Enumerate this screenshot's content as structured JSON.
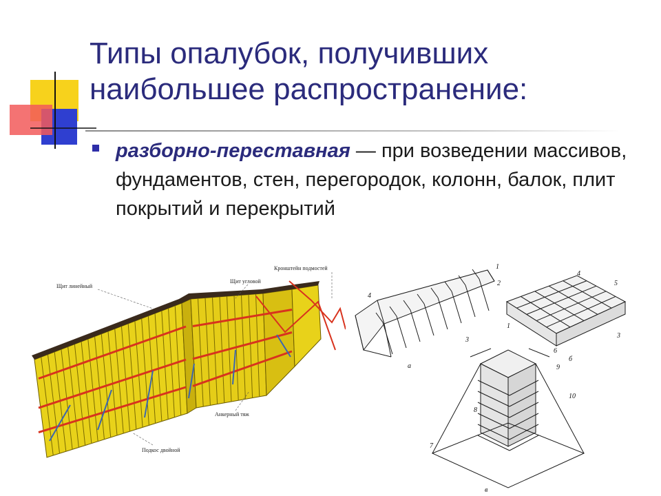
{
  "slide": {
    "title_lines": [
      "Типы опалубок, получивших",
      "наибольшее распространение:"
    ],
    "bullet": {
      "term": "разборно-переставная",
      "text": " — при возведении массивов, фундаментов, стен, перегородок, колонн, балок, плит покрытий и перекрытий"
    }
  },
  "figure_left": {
    "labels": {
      "linear_panel": "Щит линейный",
      "corner_panel": "Щит угловой",
      "scaffold_brackets": "Кронштейн подмостей",
      "anchor_tie": "Анкерный тяж",
      "brace": "Подкос двойной"
    }
  },
  "figure_right": {
    "numbers": {
      "n1a": "1",
      "n2a": "2",
      "n3a": "3",
      "n4a": "4",
      "sub_a": "а",
      "n4b": "4",
      "n5b": "5",
      "n1b": "1",
      "n3b": "3",
      "n6b": "6",
      "sub_b": "б",
      "n9": "9",
      "n10": "10",
      "n8": "8",
      "n7": "7",
      "sub_v": "в"
    }
  },
  "colors": {
    "title": "#2b2b7c",
    "bullet": "#2e2ea8",
    "formwork_yellow": "#e8d21a",
    "bracket_red": "#d8331e",
    "brace_blue": "#3a66b0"
  }
}
